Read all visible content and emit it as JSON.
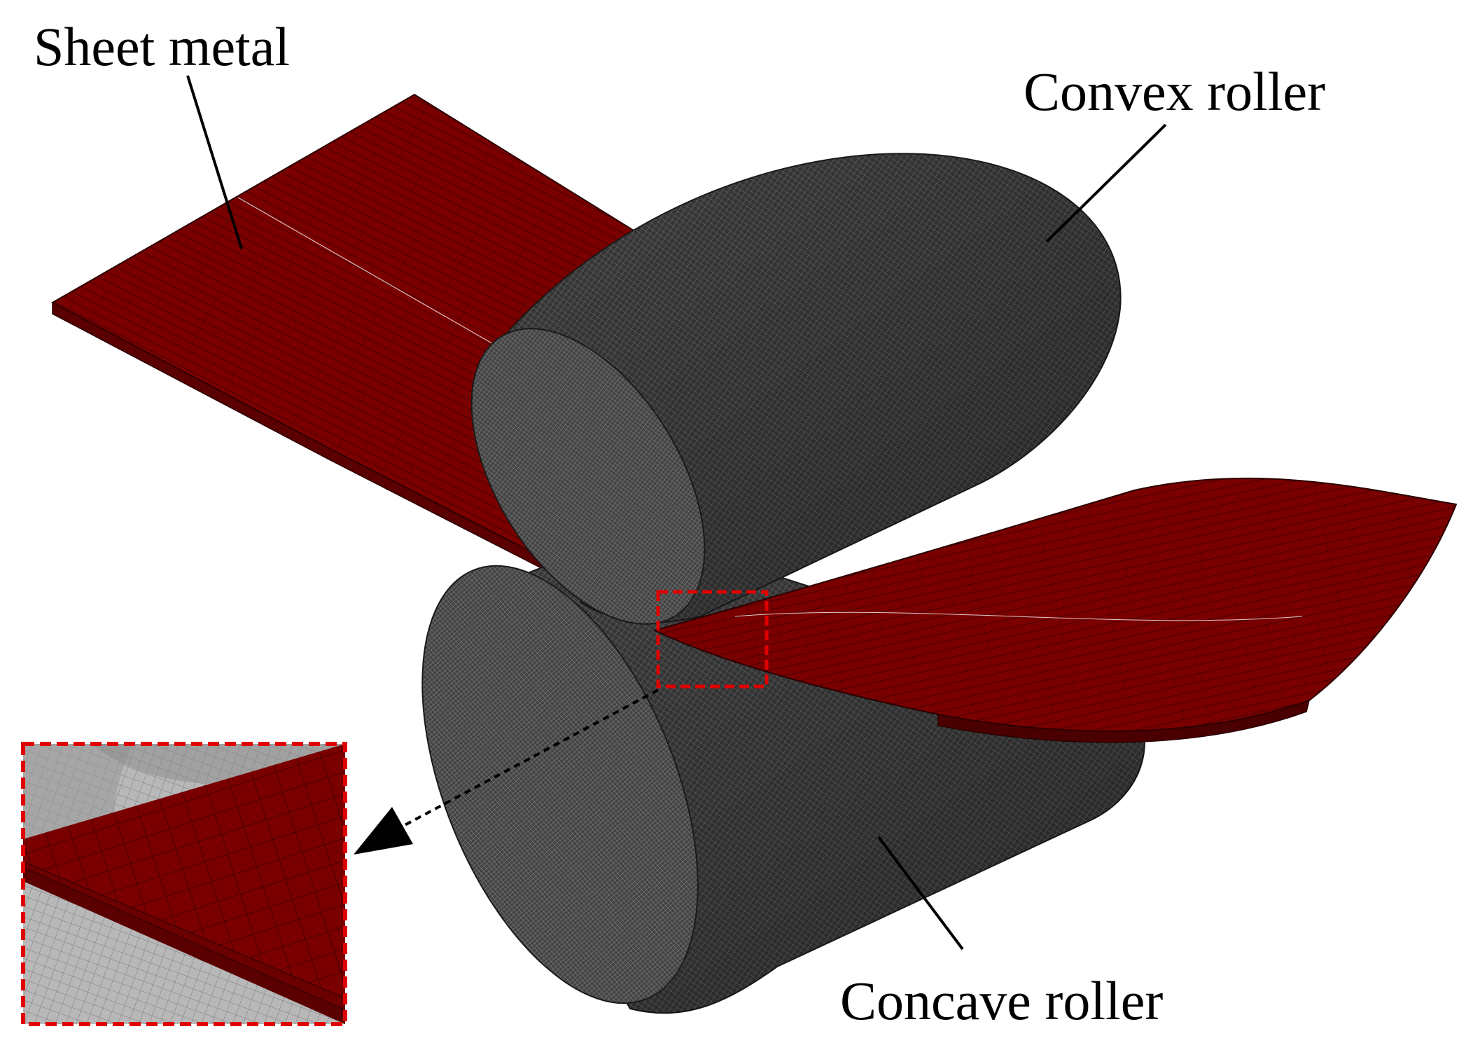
{
  "labels": {
    "sheet_metal": "Sheet metal",
    "convex_roller": "Convex roller",
    "concave_roller": "Concave roller"
  },
  "colors": {
    "sheet": "#7a0000",
    "sheet_dark": "#5a0000",
    "mesh_line": "#1a0000",
    "roller": "#3a3a3a",
    "roller_dark": "#242424",
    "roller_light": "#6a6a6a",
    "roller_face": "#4a4a4a",
    "detail_box": "#e00000",
    "inset_gray": "#b8b8b8"
  },
  "icons": {
    "callout_arrow": "dashed-arrow-icon"
  }
}
